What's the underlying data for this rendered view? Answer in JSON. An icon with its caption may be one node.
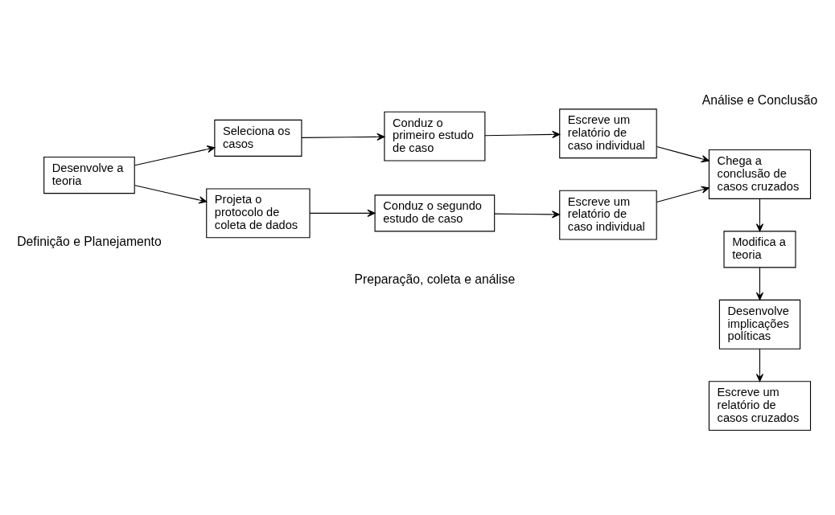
{
  "diagram": {
    "nodes": [
      {
        "text": [
          "Desenvolve a teoria"
        ]
      },
      {
        "text": [
          "Seleciona os casos"
        ]
      },
      {
        "text": [
          "Projeta o protocolo de coleta de dados"
        ]
      },
      {
        "text": [
          "Conduz o primeiro estudo de caso"
        ]
      },
      {
        "text": [
          "Conduz o segundo estudo de caso"
        ]
      },
      {
        "text": [
          "Escreve um relatório de caso individual"
        ]
      },
      {
        "text": [
          "Escreve um relatório de caso individual"
        ]
      },
      {
        "text": [
          "Chega a conclusão de casos cruzados"
        ]
      },
      {
        "text": [
          "Modifica a teoria"
        ]
      },
      {
        "text": [
          "Desenvolve implicações políticas"
        ]
      },
      {
        "text": [
          "Escreve um relatório de casos cruzados"
        ]
      }
    ],
    "edges": [
      {
        "from": 0,
        "to": 1,
        "arrow": "to"
      },
      {
        "from": 0,
        "to": 2,
        "arrow": "to"
      },
      {
        "from": 1,
        "to": 3,
        "arrow": "to"
      },
      {
        "from": 2,
        "to": 4,
        "arrow": "to"
      },
      {
        "from": 3,
        "to": 5,
        "arrow": "to"
      },
      {
        "from": 4,
        "to": 6,
        "arrow": "to"
      },
      {
        "from": 5,
        "to": 7,
        "arrow": "to"
      },
      {
        "from": 6,
        "to": 7,
        "arrow": "to"
      },
      {
        "from": 7,
        "to": 8,
        "arrow": "to"
      },
      {
        "from": 8,
        "to": 9,
        "arrow": "to"
      },
      {
        "from": 9,
        "to": 10,
        "arrow": "to"
      }
    ],
    "labels": [
      "Definição e Planejamento",
      "Preparação, coleta e análise",
      "Análise e Conclusão"
    ]
  }
}
